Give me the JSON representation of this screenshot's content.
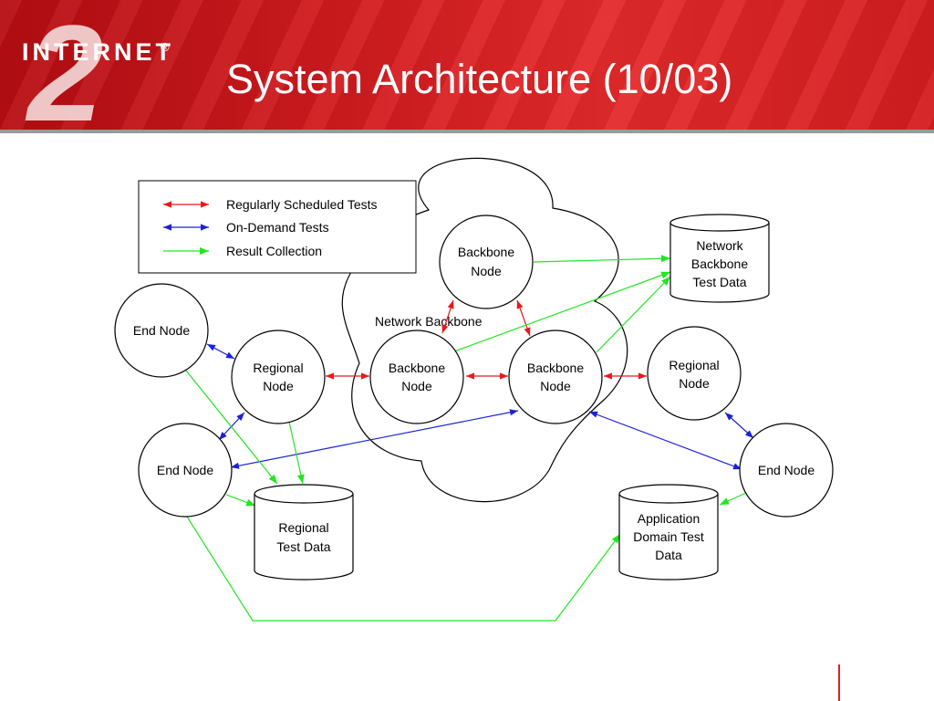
{
  "slide": {
    "title": "System Architecture (10/03)",
    "logo_text": "INTERNET",
    "logo_mark": "®",
    "logo_numeral": "2"
  },
  "colors": {
    "scheduled": "#e8191c",
    "on_demand": "#1a22d6",
    "result": "#22e622",
    "header_red": "#d01a1e"
  },
  "legend": {
    "scheduled_tests": "Regularly Scheduled Tests",
    "on_demand_tests": "On-Demand Tests",
    "result_collection": "Result Collection"
  },
  "cloud_label": "Network Backbone",
  "nodes": {
    "backbone_top": [
      "Backbone",
      "Node"
    ],
    "backbone_left": [
      "Backbone",
      "Node"
    ],
    "backbone_right": [
      "Backbone",
      "Node"
    ],
    "regional_left": [
      "Regional",
      "Node"
    ],
    "regional_right": [
      "Regional",
      "Node"
    ],
    "end_top_left": [
      "End Node"
    ],
    "end_bottom_left": [
      "End Node"
    ],
    "end_right": [
      "End Node"
    ]
  },
  "stores": {
    "network_backbone_data": [
      "Network",
      "Backbone",
      "Test Data"
    ],
    "regional_data": [
      "Regional",
      "Test Data"
    ],
    "application_data": [
      "Application",
      "Domain Test",
      "Data"
    ]
  }
}
